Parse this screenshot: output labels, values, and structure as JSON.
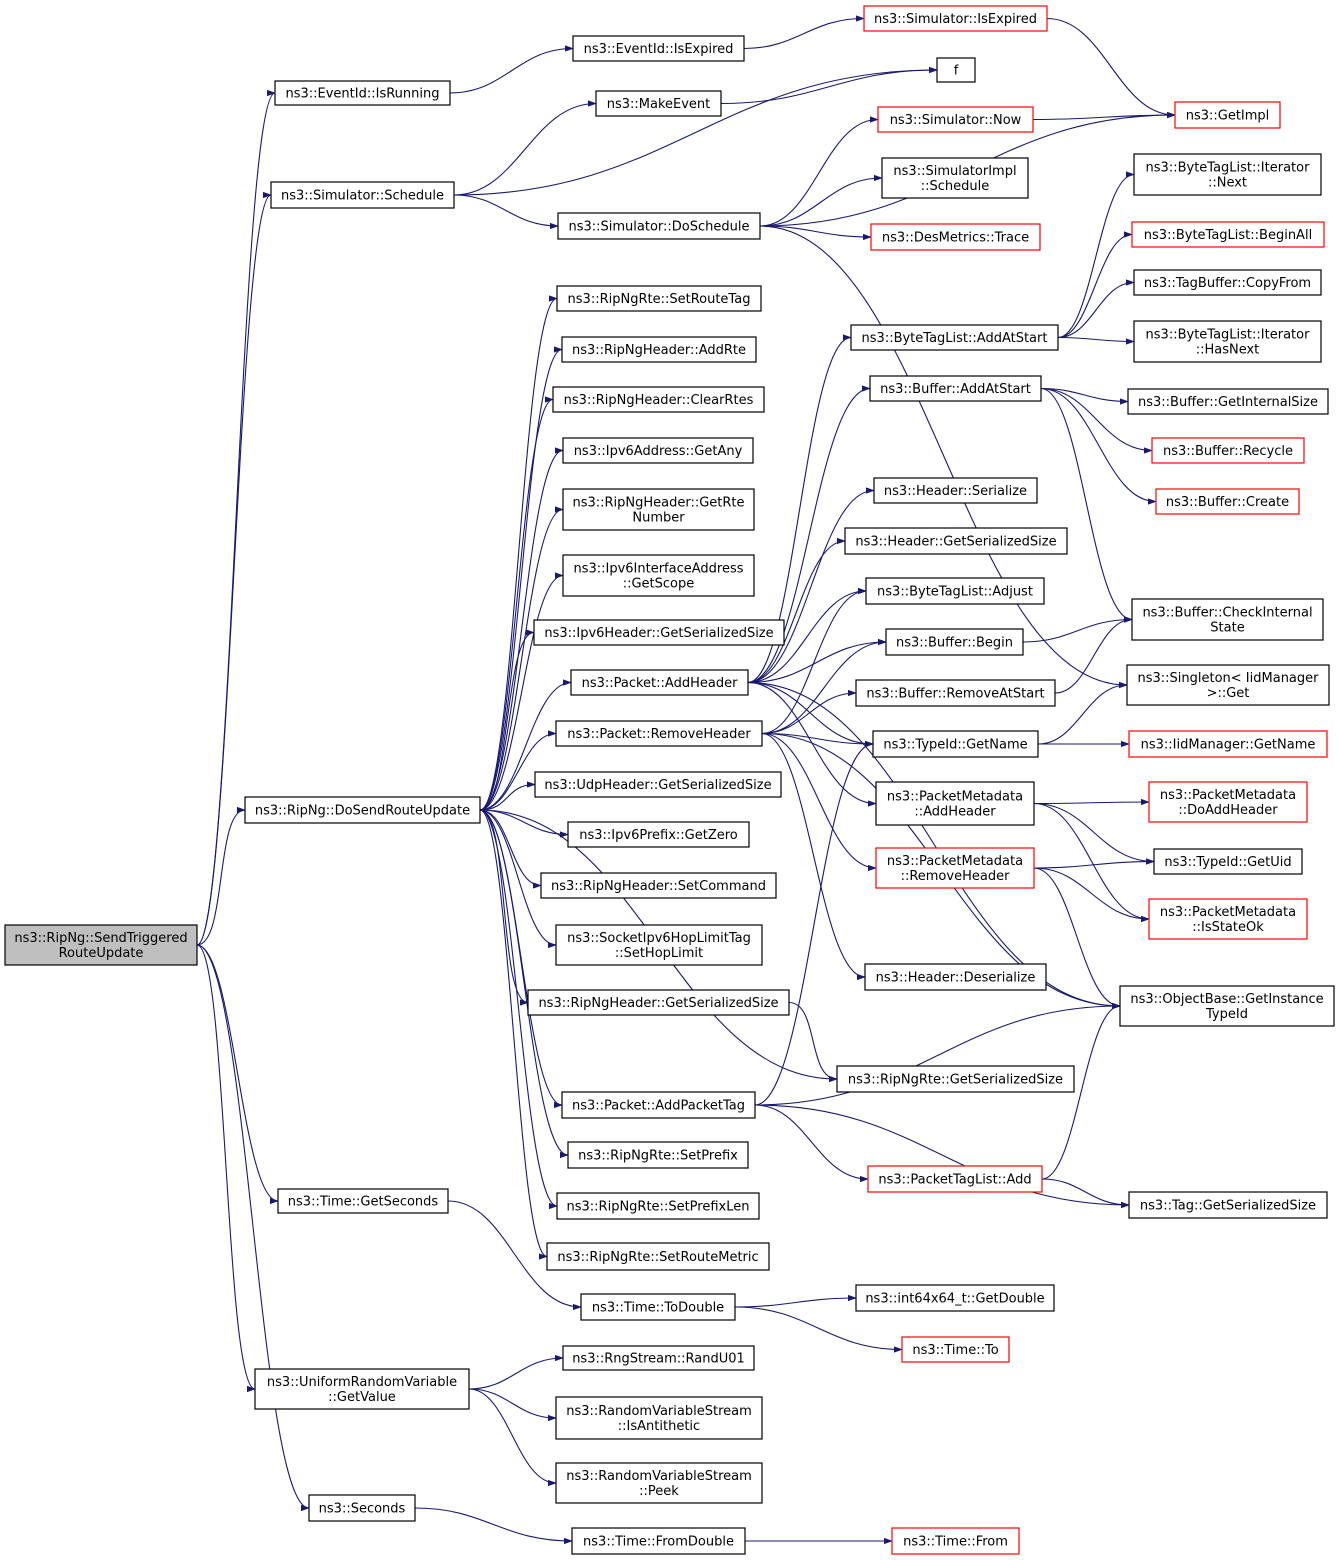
{
  "colors": {
    "edge": "#191970",
    "node_border": "#000000",
    "node_border_incomplete": "#ff0000",
    "root_fill": "#bfbfbf",
    "node_fill": "#ffffff"
  },
  "nodes": [
    {
      "id": "root",
      "lines": [
        "ns3::RipNg::SendTriggered",
        "RouteUpdate"
      ],
      "root": true
    },
    {
      "id": "isrunning",
      "lines": [
        "ns3::EventId::IsRunning"
      ]
    },
    {
      "id": "schedule",
      "lines": [
        "ns3::Simulator::Schedule"
      ]
    },
    {
      "id": "dosend",
      "lines": [
        "ns3::RipNg::DoSendRouteUpdate"
      ]
    },
    {
      "id": "getseconds",
      "lines": [
        "ns3::Time::GetSeconds"
      ]
    },
    {
      "id": "urvget",
      "lines": [
        "ns3::UniformRandomVariable",
        "::GetValue"
      ]
    },
    {
      "id": "seconds",
      "lines": [
        "ns3::Seconds"
      ]
    },
    {
      "id": "evexpired",
      "lines": [
        "ns3::EventId::IsExpired"
      ]
    },
    {
      "id": "makeevent",
      "lines": [
        "ns3::MakeEvent"
      ]
    },
    {
      "id": "doschedule",
      "lines": [
        "ns3::Simulator::DoSchedule"
      ]
    },
    {
      "id": "setroutetag",
      "lines": [
        "ns3::RipNgRte::SetRouteTag"
      ]
    },
    {
      "id": "addrte",
      "lines": [
        "ns3::RipNgHeader::AddRte"
      ]
    },
    {
      "id": "clearrtes",
      "lines": [
        "ns3::RipNgHeader::ClearRtes"
      ]
    },
    {
      "id": "ipv6any",
      "lines": [
        "ns3::Ipv6Address::GetAny"
      ]
    },
    {
      "id": "getrtenum",
      "lines": [
        "ns3::RipNgHeader::GetRte",
        "Number"
      ]
    },
    {
      "id": "getscope",
      "lines": [
        "ns3::Ipv6InterfaceAddress",
        "::GetScope"
      ]
    },
    {
      "id": "ipv6hdrsize",
      "lines": [
        "ns3::Ipv6Header::GetSerializedSize"
      ]
    },
    {
      "id": "addheader",
      "lines": [
        "ns3::Packet::AddHeader"
      ]
    },
    {
      "id": "removeheader",
      "lines": [
        "ns3::Packet::RemoveHeader"
      ]
    },
    {
      "id": "udphdrsize",
      "lines": [
        "ns3::UdpHeader::GetSerializedSize"
      ]
    },
    {
      "id": "prefixzero",
      "lines": [
        "ns3::Ipv6Prefix::GetZero"
      ]
    },
    {
      "id": "setcommand",
      "lines": [
        "ns3::RipNgHeader::SetCommand"
      ]
    },
    {
      "id": "sethoplimit",
      "lines": [
        "ns3::SocketIpv6HopLimitTag",
        "::SetHopLimit"
      ]
    },
    {
      "id": "ripnghdrsize",
      "lines": [
        "ns3::RipNgHeader::GetSerializedSize"
      ]
    },
    {
      "id": "addpackettag",
      "lines": [
        "ns3::Packet::AddPacketTag"
      ]
    },
    {
      "id": "setprefix",
      "lines": [
        "ns3::RipNgRte::SetPrefix"
      ]
    },
    {
      "id": "setprefixlen",
      "lines": [
        "ns3::RipNgRte::SetPrefixLen"
      ]
    },
    {
      "id": "setroutemetric",
      "lines": [
        "ns3::RipNgRte::SetRouteMetric"
      ]
    },
    {
      "id": "todouble",
      "lines": [
        "ns3::Time::ToDouble"
      ]
    },
    {
      "id": "randu01",
      "lines": [
        "ns3::RngStream::RandU01"
      ]
    },
    {
      "id": "isantithetic",
      "lines": [
        "ns3::RandomVariableStream",
        "::IsAntithetic"
      ]
    },
    {
      "id": "peek",
      "lines": [
        "ns3::RandomVariableStream",
        "::Peek"
      ]
    },
    {
      "id": "fromdouble",
      "lines": [
        "ns3::Time::FromDouble"
      ]
    },
    {
      "id": "simexpired",
      "lines": [
        "ns3::Simulator::IsExpired"
      ],
      "red": true
    },
    {
      "id": "f",
      "lines": [
        "f"
      ]
    },
    {
      "id": "simnow",
      "lines": [
        "ns3::Simulator::Now"
      ],
      "red": true
    },
    {
      "id": "simimplsched",
      "lines": [
        "ns3::SimulatorImpl",
        "::Schedule"
      ]
    },
    {
      "id": "desmetrics",
      "lines": [
        "ns3::DesMetrics::Trace"
      ],
      "red": true
    },
    {
      "id": "btladdatstart",
      "lines": [
        "ns3::ByteTagList::AddAtStart"
      ]
    },
    {
      "id": "bufaddatstart",
      "lines": [
        "ns3::Buffer::AddAtStart"
      ]
    },
    {
      "id": "hdrserialize",
      "lines": [
        "ns3::Header::Serialize"
      ]
    },
    {
      "id": "hdrsersize",
      "lines": [
        "ns3::Header::GetSerializedSize"
      ]
    },
    {
      "id": "btladjust",
      "lines": [
        "ns3::ByteTagList::Adjust"
      ]
    },
    {
      "id": "bufbegin",
      "lines": [
        "ns3::Buffer::Begin"
      ]
    },
    {
      "id": "bufremoveatstart",
      "lines": [
        "ns3::Buffer::RemoveAtStart"
      ]
    },
    {
      "id": "typeidgetname",
      "lines": [
        "ns3::TypeId::GetName"
      ]
    },
    {
      "id": "pmaddheader",
      "lines": [
        "ns3::PacketMetadata",
        "::AddHeader"
      ]
    },
    {
      "id": "pmremoveheader",
      "lines": [
        "ns3::PacketMetadata",
        "::RemoveHeader"
      ],
      "red": true
    },
    {
      "id": "hdrdeserialize",
      "lines": [
        "ns3::Header::Deserialize"
      ]
    },
    {
      "id": "rtesersize",
      "lines": [
        "ns3::RipNgRte::GetSerializedSize"
      ]
    },
    {
      "id": "ptladd",
      "lines": [
        "ns3::PacketTagList::Add"
      ],
      "red": true
    },
    {
      "id": "getdouble",
      "lines": [
        "ns3::int64x64_t::GetDouble"
      ]
    },
    {
      "id": "timeto",
      "lines": [
        "ns3::Time::To"
      ],
      "red": true
    },
    {
      "id": "timefrom",
      "lines": [
        "ns3::Time::From"
      ],
      "red": true
    },
    {
      "id": "getimpl",
      "lines": [
        "ns3::GetImpl"
      ],
      "red": true
    },
    {
      "id": "btlitnext",
      "lines": [
        "ns3::ByteTagList::Iterator",
        "::Next"
      ]
    },
    {
      "id": "btlbeginall",
      "lines": [
        "ns3::ByteTagList::BeginAll"
      ],
      "red": true
    },
    {
      "id": "tbcopyfrom",
      "lines": [
        "ns3::TagBuffer::CopyFrom"
      ]
    },
    {
      "id": "btlithasnext",
      "lines": [
        "ns3::ByteTagList::Iterator",
        "::HasNext"
      ]
    },
    {
      "id": "bufinternalsize",
      "lines": [
        "ns3::Buffer::GetInternalSize"
      ]
    },
    {
      "id": "bufrecycle",
      "lines": [
        "ns3::Buffer::Recycle"
      ],
      "red": true
    },
    {
      "id": "bufcreate",
      "lines": [
        "ns3::Buffer::Create"
      ],
      "red": true
    },
    {
      "id": "bufcheck",
      "lines": [
        "ns3::Buffer::CheckInternal",
        "State"
      ]
    },
    {
      "id": "singleton",
      "lines": [
        "ns3::Singleton< IidManager",
        ">::Get"
      ]
    },
    {
      "id": "iidgetname",
      "lines": [
        "ns3::IidManager::GetName"
      ],
      "red": true
    },
    {
      "id": "pmdoaddheader",
      "lines": [
        "ns3::PacketMetadata",
        "::DoAddHeader"
      ],
      "red": true
    },
    {
      "id": "typeidgetuid",
      "lines": [
        "ns3::TypeId::GetUid"
      ]
    },
    {
      "id": "pmisstateok",
      "lines": [
        "ns3::PacketMetadata",
        "::IsStateOk"
      ],
      "red": true
    },
    {
      "id": "objinstancetypeid",
      "lines": [
        "ns3::ObjectBase::GetInstance",
        "TypeId"
      ]
    },
    {
      "id": "tagsersize",
      "lines": [
        "ns3::Tag::GetSerializedSize"
      ]
    }
  ],
  "edges": [
    [
      "root",
      "isrunning"
    ],
    [
      "root",
      "schedule"
    ],
    [
      "root",
      "dosend"
    ],
    [
      "root",
      "getseconds"
    ],
    [
      "root",
      "urvget"
    ],
    [
      "root",
      "seconds"
    ],
    [
      "isrunning",
      "evexpired"
    ],
    [
      "evexpired",
      "simexpired"
    ],
    [
      "simexpired",
      "getimpl"
    ],
    [
      "schedule",
      "makeevent"
    ],
    [
      "schedule",
      "f"
    ],
    [
      "schedule",
      "doschedule"
    ],
    [
      "makeevent",
      "f"
    ],
    [
      "doschedule",
      "simnow"
    ],
    [
      "doschedule",
      "simimplsched"
    ],
    [
      "doschedule",
      "desmetrics"
    ],
    [
      "doschedule",
      "getimpl"
    ],
    [
      "doschedule",
      "singleton"
    ],
    [
      "simnow",
      "getimpl"
    ],
    [
      "dosend",
      "setroutetag"
    ],
    [
      "dosend",
      "addrte"
    ],
    [
      "dosend",
      "clearrtes"
    ],
    [
      "dosend",
      "ipv6any"
    ],
    [
      "dosend",
      "getrtenum"
    ],
    [
      "dosend",
      "getscope"
    ],
    [
      "dosend",
      "ipv6hdrsize"
    ],
    [
      "dosend",
      "addheader"
    ],
    [
      "dosend",
      "removeheader"
    ],
    [
      "dosend",
      "udphdrsize"
    ],
    [
      "dosend",
      "prefixzero"
    ],
    [
      "dosend",
      "setcommand"
    ],
    [
      "dosend",
      "sethoplimit"
    ],
    [
      "dosend",
      "ripnghdrsize"
    ],
    [
      "dosend",
      "rtesersize"
    ],
    [
      "dosend",
      "addpackettag"
    ],
    [
      "dosend",
      "setprefix"
    ],
    [
      "dosend",
      "setprefixlen"
    ],
    [
      "dosend",
      "setroutemetric"
    ],
    [
      "addheader",
      "btladdatstart"
    ],
    [
      "addheader",
      "bufaddatstart"
    ],
    [
      "addheader",
      "hdrserialize"
    ],
    [
      "addheader",
      "hdrsersize"
    ],
    [
      "addheader",
      "btladjust"
    ],
    [
      "addheader",
      "bufbegin"
    ],
    [
      "addheader",
      "typeidgetname"
    ],
    [
      "addheader",
      "pmaddheader"
    ],
    [
      "addheader",
      "objinstancetypeid"
    ],
    [
      "removeheader",
      "hdrdeserialize"
    ],
    [
      "removeheader",
      "btladjust"
    ],
    [
      "removeheader",
      "bufbegin"
    ],
    [
      "removeheader",
      "bufremoveatstart"
    ],
    [
      "removeheader",
      "typeidgetname"
    ],
    [
      "removeheader",
      "pmremoveheader"
    ],
    [
      "removeheader",
      "objinstancetypeid"
    ],
    [
      "btladdatstart",
      "btlitnext"
    ],
    [
      "btladdatstart",
      "btlbeginall"
    ],
    [
      "btladdatstart",
      "tbcopyfrom"
    ],
    [
      "btladdatstart",
      "btlithasnext"
    ],
    [
      "bufaddatstart",
      "bufinternalsize"
    ],
    [
      "bufaddatstart",
      "bufrecycle"
    ],
    [
      "bufaddatstart",
      "bufcreate"
    ],
    [
      "bufaddatstart",
      "bufcheck"
    ],
    [
      "bufbegin",
      "bufcheck"
    ],
    [
      "bufremoveatstart",
      "bufcheck"
    ],
    [
      "typeidgetname",
      "singleton"
    ],
    [
      "typeidgetname",
      "iidgetname"
    ],
    [
      "pmaddheader",
      "pmdoaddheader"
    ],
    [
      "pmaddheader",
      "typeidgetuid"
    ],
    [
      "pmaddheader",
      "pmisstateok"
    ],
    [
      "pmremoveheader",
      "typeidgetuid"
    ],
    [
      "pmremoveheader",
      "pmisstateok"
    ],
    [
      "pmremoveheader",
      "objinstancetypeid"
    ],
    [
      "ripnghdrsize",
      "rtesersize"
    ],
    [
      "addpackettag",
      "typeidgetname"
    ],
    [
      "addpackettag",
      "objinstancetypeid"
    ],
    [
      "addpackettag",
      "ptladd"
    ],
    [
      "addpackettag",
      "tagsersize"
    ],
    [
      "ptladd",
      "tagsersize"
    ],
    [
      "ptladd",
      "objinstancetypeid"
    ],
    [
      "getseconds",
      "todouble"
    ],
    [
      "todouble",
      "getdouble"
    ],
    [
      "todouble",
      "timeto"
    ],
    [
      "urvget",
      "randu01"
    ],
    [
      "urvget",
      "isantithetic"
    ],
    [
      "urvget",
      "peek"
    ],
    [
      "seconds",
      "fromdouble"
    ],
    [
      "fromdouble",
      "timefrom"
    ]
  ]
}
